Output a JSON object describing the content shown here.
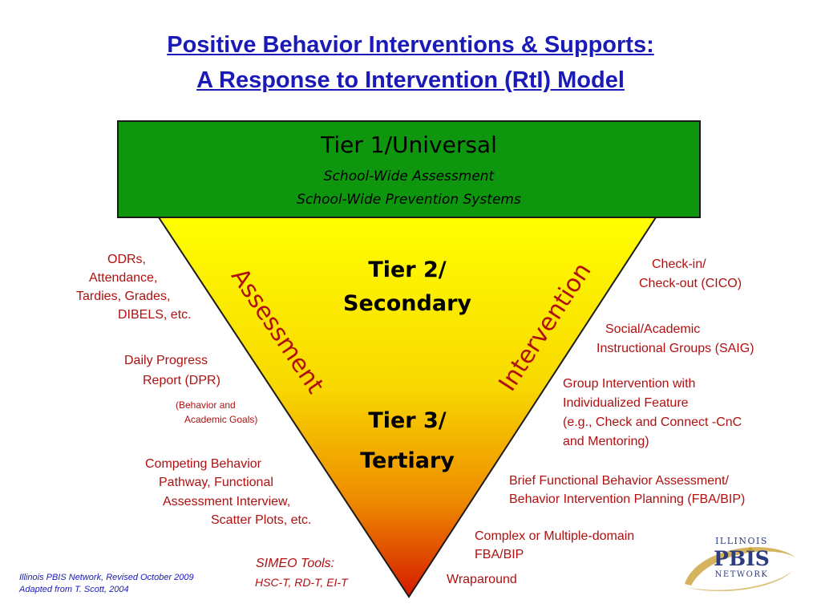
{
  "title": {
    "line1": "Positive Behavior Interventions & Supports:",
    "line2": "A Response to Intervention (RtI) Model"
  },
  "tier1": {
    "title": "Tier 1/Universal",
    "subtitle1": "School-Wide Assessment",
    "subtitle2": "School-Wide Prevention Systems"
  },
  "tier2": {
    "line1": "Tier 2/",
    "line2": "Secondary"
  },
  "tier3": {
    "line1": "Tier 3/",
    "line2": "Tertiary"
  },
  "side_labels": {
    "left": "Assessment",
    "right": "Intervention"
  },
  "assessment_items": {
    "odrs": [
      "ODRs,",
      "Attendance,",
      "Tardies, Grades,",
      "DIBELS, etc."
    ],
    "dpr": [
      "Daily Progress",
      "Report (DPR)"
    ],
    "dpr_note": [
      "(Behavior and",
      "Academic Goals)"
    ],
    "competing": [
      "Competing Behavior",
      "Pathway, Functional",
      "Assessment Interview,",
      "Scatter Plots, etc."
    ],
    "simeo": [
      "SIMEO Tools:",
      "HSC-T, RD-T, EI-T"
    ]
  },
  "intervention_items": {
    "cico": [
      "Check-in/",
      "Check-out (CICO)"
    ],
    "saig": [
      "Social/Academic",
      "Instructional Groups (SAIG)"
    ],
    "group": [
      "Group Intervention with",
      "Individualized Feature",
      "(e.g., Check and Connect -CnC",
      "and Mentoring)"
    ],
    "fba": [
      "Brief Functional Behavior Assessment/",
      "Behavior Intervention Planning (FBA/BIP)"
    ],
    "complex": [
      "Complex or Multiple-domain",
      "FBA/BIP"
    ],
    "wrap": "Wraparound"
  },
  "footer": {
    "line1": "Illinois PBIS Network, Revised October  2009",
    "line2": "Adapted from T. Scott, 2004"
  },
  "logo": {
    "top": "ILLINOIS",
    "middle": "PBIS",
    "bottom": "NETWORK"
  },
  "colors": {
    "title": "#1a1ab8",
    "tier1_green": "#0e960e",
    "triangle_top": "#ffff00",
    "triangle_bottom": "#d41a00",
    "side_label": "#b01010",
    "annotation": "#b01010"
  }
}
